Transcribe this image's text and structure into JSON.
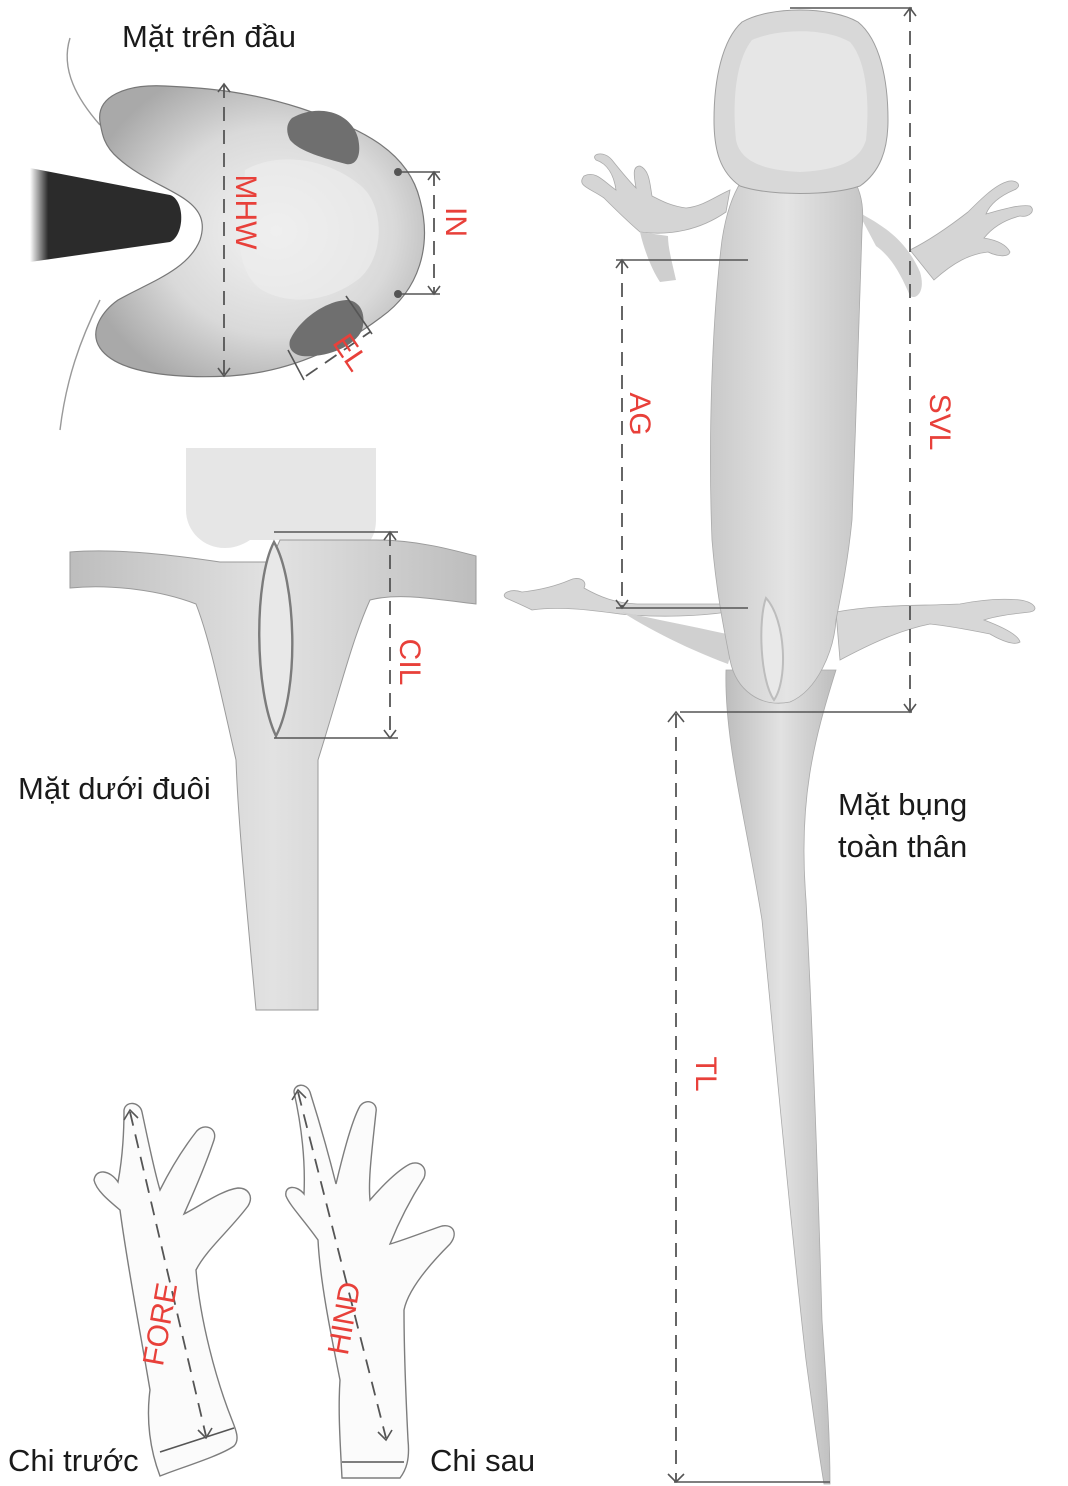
{
  "captions": {
    "head": "Mặt trên đầu",
    "tail": "Mặt dưới đuôi",
    "ventral_line1": "Mặt bụng",
    "ventral_line2": "toàn thân",
    "forelimb": "Chi trước",
    "hindlimb": "Chi sau"
  },
  "measurements": {
    "mhw": "MHW",
    "in": "IN",
    "el": "EL",
    "cil": "CIL",
    "ag": "AG",
    "svl": "SVL",
    "tl": "TL",
    "fore": "FORE",
    "hind": "HIND"
  },
  "colors": {
    "label": "#e8403a",
    "skin": "#dcdcdc",
    "dark": "#2b2b2b"
  }
}
